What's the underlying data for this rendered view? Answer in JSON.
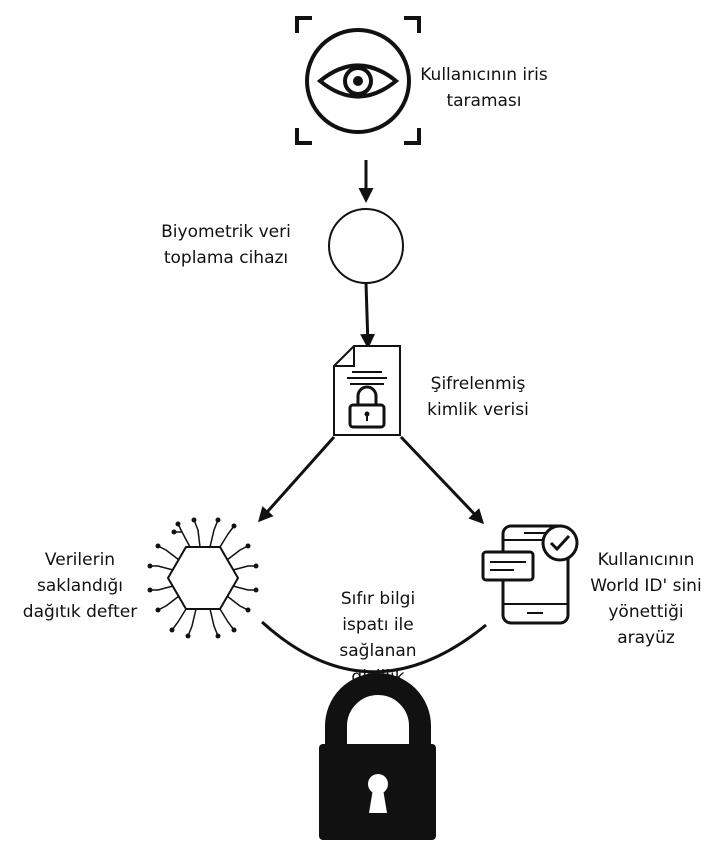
{
  "nodes": {
    "iris_scan": {
      "lines": [
        "Kullanıcının iris",
        "taraması"
      ],
      "icon": "eye-scan-icon"
    },
    "collection_device": {
      "lines": [
        "Biyometrik veri",
        "toplama cihazı"
      ],
      "icon": "circle-node"
    },
    "encrypted_id": {
      "lines": [
        "Şifrelenmiş",
        "kimlik verisi"
      ],
      "icon": "locked-document-icon"
    },
    "ledger": {
      "lines": [
        "Verilerin",
        "saklandığı",
        "dağıtık defter"
      ],
      "icon": "blockchain-hexagon-icon"
    },
    "interface": {
      "lines": [
        "Kullanıcının",
        "World ID' sini",
        "yönettiği",
        "arayüz"
      ],
      "icon": "phone-verified-icon"
    },
    "zk_privacy": {
      "lines": [
        "Sıfır bilgi",
        "ispatı ile",
        "sağlanan",
        "gizlilik"
      ],
      "icon": "padlock-icon"
    }
  },
  "colors": {
    "stroke": "#111111",
    "fill": "#111111",
    "background": "#ffffff"
  }
}
